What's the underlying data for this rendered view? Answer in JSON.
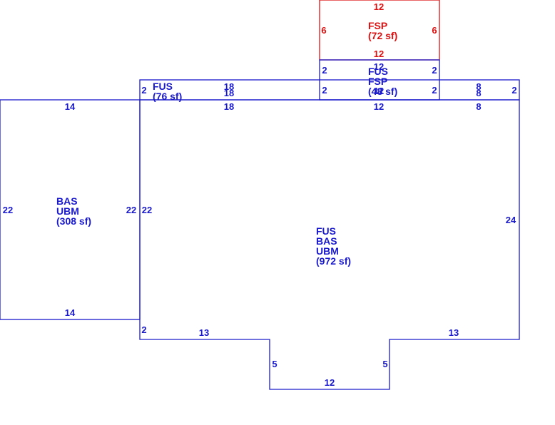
{
  "colors": {
    "blue": "#1a1acc",
    "red": "#dd1111"
  },
  "porch_top": {
    "dims": {
      "top": "12",
      "left": "6",
      "right": "6",
      "bottom": "12"
    },
    "label": "FSP",
    "area": "(72 sf)"
  },
  "porch_small": {
    "dims": {
      "top": "12",
      "left": "2",
      "right": "2",
      "bottom": "12"
    },
    "labels": [
      "FUS",
      "FSP"
    ],
    "area": "(48 sf)"
  },
  "upper_strip": {
    "dims": {
      "left": "2",
      "top": "18",
      "bottom": "18",
      "right": "2",
      "top_right": "8",
      "bottom_right": "8"
    },
    "label": "FUS",
    "area": "(76 sf)"
  },
  "left_block": {
    "dims": {
      "top": "14",
      "bottom": "14",
      "left": "22",
      "right": "22"
    },
    "labels": [
      "BAS",
      "UBM"
    ],
    "area": "(308 sf)"
  },
  "main_block": {
    "dims": {
      "top_a": "18",
      "top_b": "12",
      "top_c": "8",
      "left": "22",
      "right": "24",
      "bottom_left_step": "2",
      "bottom_left": "13",
      "bottom_right": "13",
      "notch_left": "5",
      "notch_right": "5",
      "notch_bottom": "12"
    },
    "labels": [
      "FUS",
      "BAS",
      "UBM"
    ],
    "area": "(972 sf)"
  }
}
